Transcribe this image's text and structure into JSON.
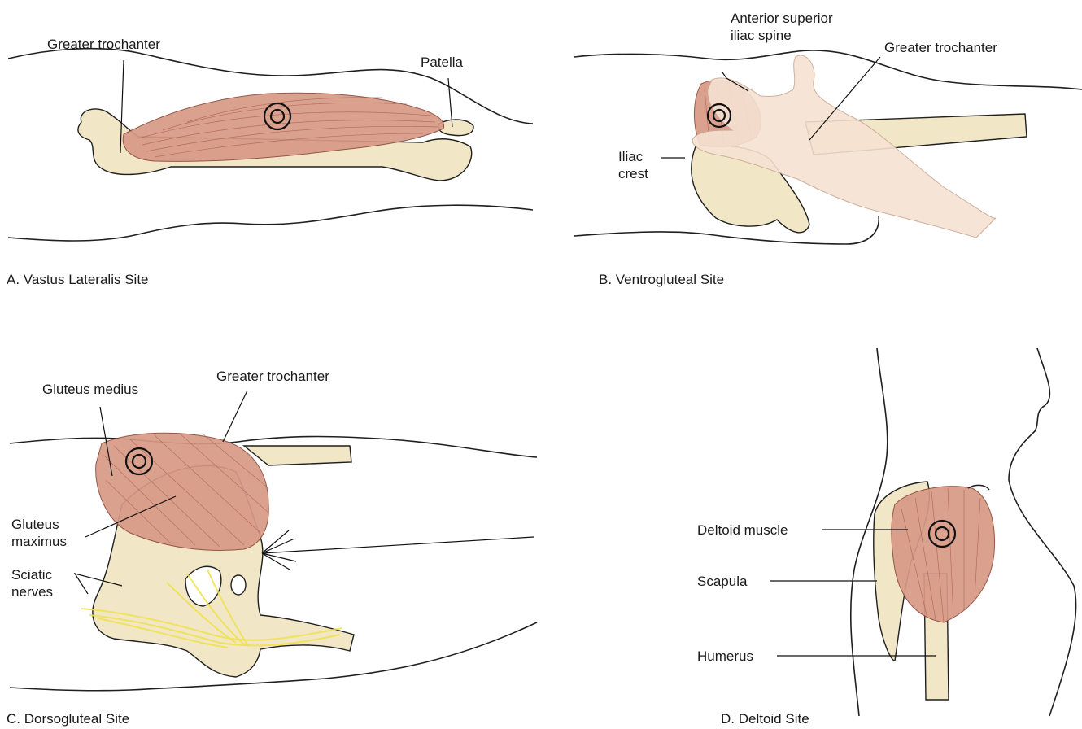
{
  "panels": {
    "a": {
      "caption": "A.  Vastus Lateralis Site",
      "labels": {
        "greater_trochanter": "Greater trochanter",
        "patella": "Patella"
      }
    },
    "b": {
      "caption": "B.  Ventrogluteal Site",
      "labels": {
        "asis": "Anterior superior\niliac spine",
        "greater_trochanter": "Greater trochanter",
        "iliac_crest": "Iliac\ncrest"
      }
    },
    "c": {
      "caption": "C.  Dorsogluteal Site",
      "labels": {
        "gluteus_medius": "Gluteus medius",
        "greater_trochanter": "Greater trochanter",
        "gluteus_maximus": "Gluteus\nmaximus",
        "sciatic_nerves": "Sciatic\nnerves"
      }
    },
    "d": {
      "caption": "D.  Deltoid Site",
      "labels": {
        "deltoid_muscle": "Deltoid muscle",
        "scapula": "Scapula",
        "humerus": "Humerus"
      }
    }
  },
  "colors": {
    "bone": "#f1e6c6",
    "muscle": "#d79a86",
    "outline": "#1f1f1f",
    "nerve": "#f0e04a",
    "skin": "#f6e2d2"
  }
}
